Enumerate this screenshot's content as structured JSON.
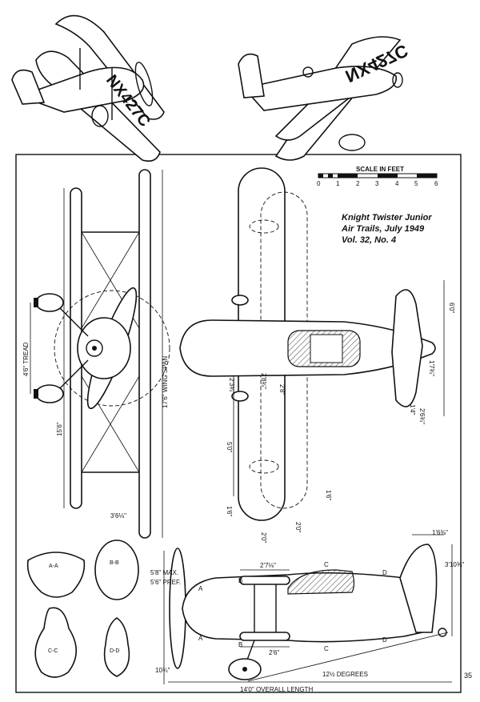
{
  "caption": {
    "title": "Knight Twister Junior",
    "source": "Air Trails, July 1949",
    "issue": "Vol. 32, No. 4"
  },
  "scale": {
    "title": "SCALE IN FEET",
    "ticks": [
      "0",
      "1",
      "2",
      "3",
      "4",
      "5",
      "6"
    ]
  },
  "registration": "NX427C",
  "registration_mirrored": "NX427C",
  "front_view": {
    "tread": "4'6\" TREAD",
    "wing_span": "17'6\" WING SPAN",
    "span_lower": "15'6\"",
    "gear_offset": "3'6⅛\""
  },
  "top_view": {
    "tail_span": "6'0\"",
    "stab_chord": "1'7¾\"",
    "elev_a": "1'4\"",
    "elev_b": "2'6¾\"",
    "dim_a": "2'3¾\"",
    "dim_b": "2'8¾\"",
    "dim_c": "2'8\"",
    "dim_d": "5'0\"",
    "dim_e": "1'6\"",
    "dim_f": "1'6\"",
    "dim_g": "2'0\"",
    "dim_h": "2'0\""
  },
  "side_view": {
    "max": "5'8\" MAX.",
    "pref": "5'6\" PREF.",
    "rudder_top": "1'6⅜\"",
    "fin_height": "3'10¾\"",
    "stagger_top": "2'7⅛\"",
    "stagger_bot": "2'6\"",
    "ground_a": "10¾\"",
    "angle": "12½ DEGREES",
    "overall": "14'0\" OVERALL LENGTH",
    "stations": [
      "A",
      "A",
      "B",
      "B",
      "C",
      "C",
      "D",
      "D"
    ]
  },
  "sections": [
    {
      "label": "A-A"
    },
    {
      "label": "B-B"
    },
    {
      "label": "C-C"
    },
    {
      "label": "D-D"
    }
  ],
  "page_number": "35"
}
